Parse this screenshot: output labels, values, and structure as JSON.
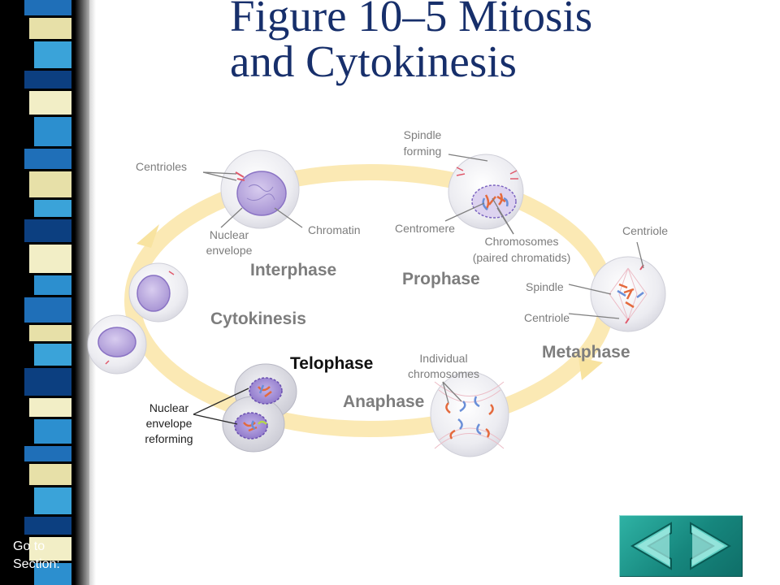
{
  "slide": {
    "title_line1": "Figure 10–5 Mitosis",
    "title_line2": "and Cytokinesis"
  },
  "phases": {
    "interphase": "Interphase",
    "prophase": "Prophase",
    "metaphase": "Metaphase",
    "anaphase": "Anaphase",
    "telophase": "Telophase",
    "cytokinesis": "Cytokinesis"
  },
  "callouts": {
    "centrioles": "Centrioles",
    "spindle_forming_1": "Spindle",
    "spindle_forming_2": "forming",
    "nuclear_envelope_1": "Nuclear",
    "nuclear_envelope_2": "envelope",
    "chromatin": "Chromatin",
    "centromere": "Centromere",
    "chromosomes_1": "Chromosomes",
    "chromosomes_2": "(paired chromatids)",
    "centriole_top": "Centriole",
    "spindle": "Spindle",
    "centriole_bottom": "Centriole",
    "individual_1": "Individual",
    "individual_2": "chromosomes",
    "reforming_1": "Nuclear",
    "reforming_2": "envelope",
    "reforming_3": "reforming"
  },
  "navigation": {
    "goto_line1": "Go to",
    "goto_line2": "Section:",
    "prev_icon": "left-arrow-icon",
    "next_icon": "right-arrow-icon"
  },
  "colors": {
    "title": "#172f6b",
    "cycle_ring": "#fbe9b4",
    "cell_fill": "#ececf1",
    "nucleus_fill": "#b9a6dc",
    "nav_accent": "#1a8c82",
    "callout_text": "#7d7d7d"
  }
}
